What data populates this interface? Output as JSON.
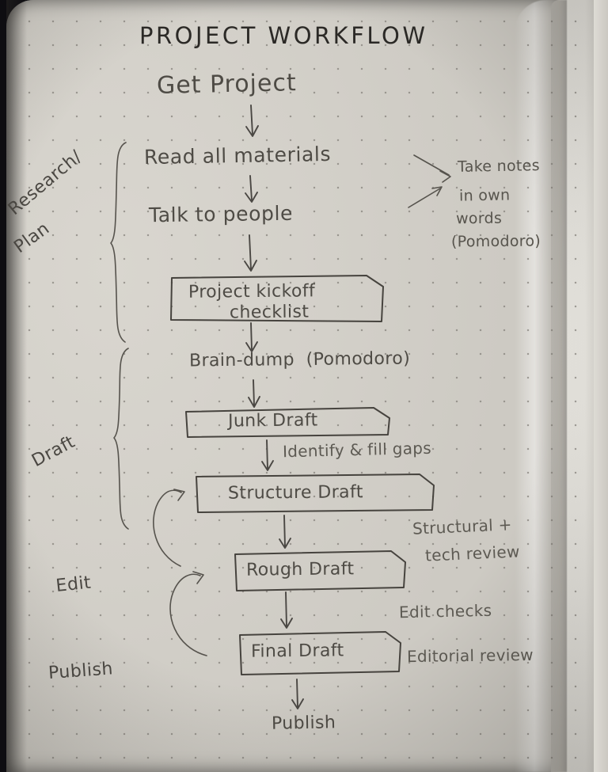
{
  "document": {
    "title": "PROJECT WORKFLOW",
    "medium": "handwritten pencil sketch on dot-grid notebook paper",
    "ink_color": "#4a4742",
    "paper_color": "#d4d1ca"
  },
  "nodes": {
    "start": "Get Project",
    "step_read": "Read all materials",
    "step_talk": "Talk to people",
    "box_kickoff_line1": "Project kickoff",
    "box_kickoff_line2": "checklist",
    "step_braindump": "Brain-dump  (Pomodoro)",
    "box_junk": "Junk Draft",
    "box_structure": "Structure Draft",
    "box_rough": "Rough Draft",
    "box_final": "Final Draft",
    "end_publish": "Publish"
  },
  "phase_labels": {
    "research": "Research/",
    "research_2": "Plan",
    "draft": "Draft",
    "edit": "Edit",
    "publish": "Publish"
  },
  "annotations": {
    "take_notes_l1": "Take notes",
    "take_notes_l2": "in own",
    "take_notes_l3": "words",
    "take_notes_l4": "(Pomodoro)",
    "identify_gaps": "Identify & fill gaps",
    "structural_l1": "Structural +",
    "structural_l2": "tech review",
    "edit_checks": "Edit checks",
    "editorial_review": "Editorial review"
  },
  "chart_data": {
    "type": "diagram",
    "subtype": "flowchart",
    "title": "PROJECT WORKFLOW",
    "nodes": [
      {
        "id": "start",
        "label": "Get Project",
        "shape": "text",
        "phase": null
      },
      {
        "id": "read",
        "label": "Read all materials",
        "shape": "text",
        "phase": "Research/Plan"
      },
      {
        "id": "talk",
        "label": "Talk to people",
        "shape": "text",
        "phase": "Research/Plan"
      },
      {
        "id": "kickoff",
        "label": "Project kickoff checklist",
        "shape": "box",
        "phase": "Research/Plan"
      },
      {
        "id": "braindump",
        "label": "Brain-dump (Pomodoro)",
        "shape": "text",
        "phase": "Draft"
      },
      {
        "id": "junk",
        "label": "Junk Draft",
        "shape": "box",
        "phase": "Draft"
      },
      {
        "id": "structure",
        "label": "Structure Draft",
        "shape": "box",
        "phase": "Draft"
      },
      {
        "id": "rough",
        "label": "Rough Draft",
        "shape": "box",
        "phase": "Edit"
      },
      {
        "id": "final",
        "label": "Final Draft",
        "shape": "box",
        "phase": "Publish"
      },
      {
        "id": "publish",
        "label": "Publish",
        "shape": "text",
        "phase": "Publish"
      }
    ],
    "edges": [
      {
        "from": "start",
        "to": "read",
        "type": "arrow-down",
        "label": ""
      },
      {
        "from": "read",
        "to": "talk",
        "type": "arrow-down",
        "label": ""
      },
      {
        "from": "read",
        "to": "note-take-notes",
        "type": "arrow-diagonal",
        "label": ""
      },
      {
        "from": "talk",
        "to": "note-take-notes",
        "type": "arrow-diagonal",
        "label": ""
      },
      {
        "from": "talk",
        "to": "kickoff",
        "type": "arrow-down",
        "label": ""
      },
      {
        "from": "kickoff",
        "to": "braindump",
        "type": "arrow-down",
        "label": ""
      },
      {
        "from": "braindump",
        "to": "junk",
        "type": "arrow-down",
        "label": ""
      },
      {
        "from": "junk",
        "to": "structure",
        "type": "arrow-down",
        "label": "Identify & fill gaps"
      },
      {
        "from": "structure",
        "to": "rough",
        "type": "arrow-down",
        "label": "Structural + tech review"
      },
      {
        "from": "rough",
        "to": "final",
        "type": "arrow-down",
        "label": "Edit checks / Editorial review"
      },
      {
        "from": "final",
        "to": "publish",
        "type": "arrow-down",
        "label": ""
      },
      {
        "from": "rough",
        "to": "structure",
        "type": "curved-feedback-left",
        "label": ""
      },
      {
        "from": "final",
        "to": "rough",
        "type": "curved-feedback-left",
        "label": ""
      }
    ],
    "groups": [
      {
        "label": "Research/Plan",
        "members": [
          "read",
          "talk",
          "kickoff"
        ],
        "bracket": "left-brace"
      },
      {
        "label": "Draft",
        "members": [
          "braindump",
          "junk",
          "structure"
        ],
        "bracket": "left-brace"
      },
      {
        "label": "Edit",
        "members": [
          "rough"
        ],
        "bracket": "none"
      },
      {
        "label": "Publish",
        "members": [
          "final",
          "publish"
        ],
        "bracket": "none"
      }
    ]
  }
}
